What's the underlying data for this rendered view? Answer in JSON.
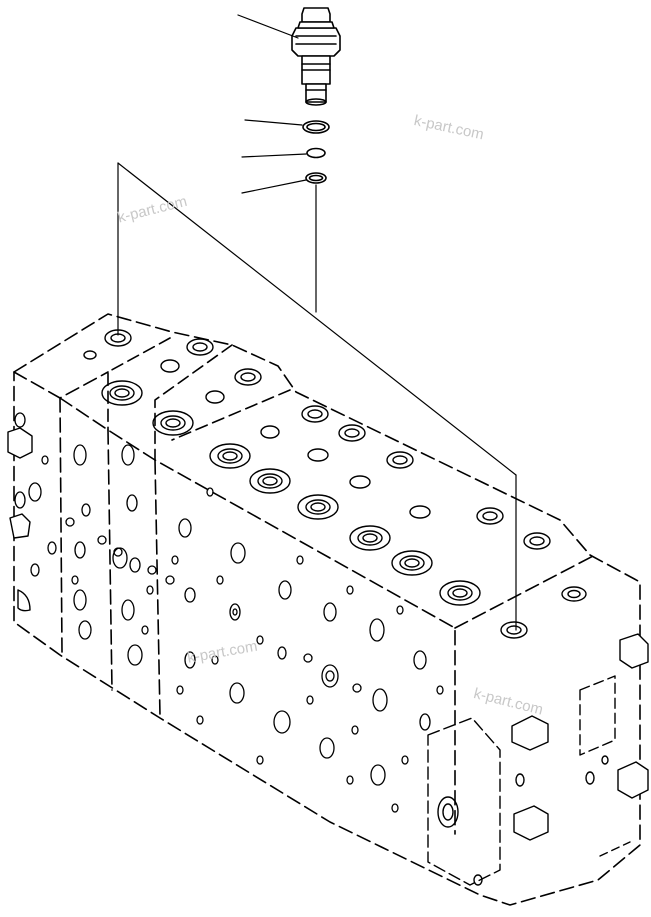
{
  "diagram": {
    "watermarks": [
      "k-part.com",
      "k-part.com",
      "k-part.com",
      "k-part.com"
    ]
  }
}
